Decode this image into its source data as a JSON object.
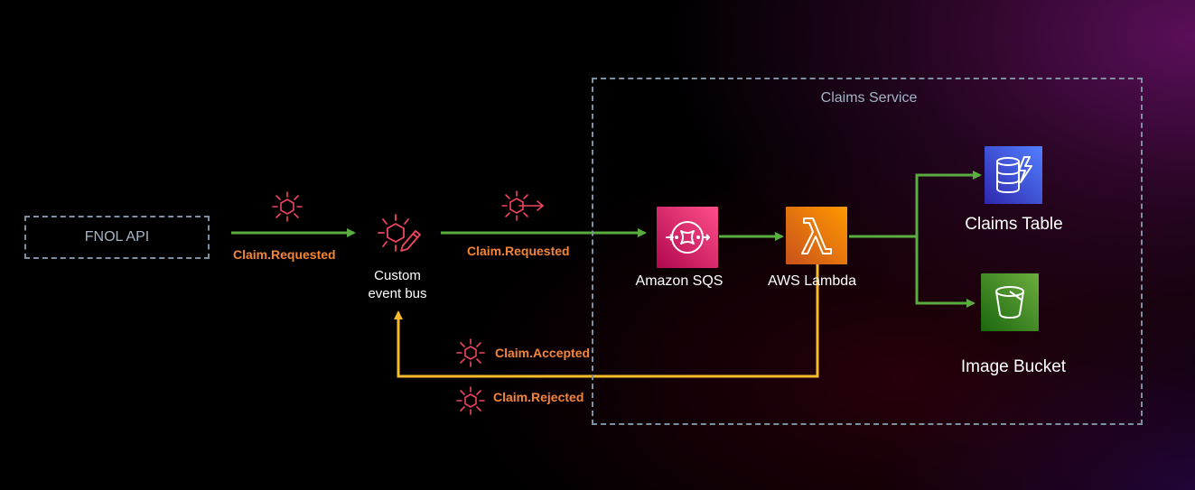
{
  "source": {
    "label": "FNOL API"
  },
  "event_bus": {
    "label_line1": "Custom",
    "label_line2": "event bus"
  },
  "events": {
    "request_to_bus": "Claim.Requested",
    "bus_to_sqs": "Claim.Requested",
    "accepted": "Claim.Accepted",
    "rejected": "Claim.Rejected"
  },
  "claims_service": {
    "title": "Claims Service",
    "sqs": {
      "label": "Amazon SQS"
    },
    "lambda": {
      "label": "AWS Lambda"
    },
    "table": {
      "label": "Claims Table"
    },
    "bucket": {
      "label": "Image Bucket"
    }
  },
  "colors": {
    "flow_arrow": "#5aad3f",
    "return_arrow": "#f8bb2b",
    "event_label": "#f58536",
    "event_icon": "#f0455f",
    "sqs_icon": "#e7157b",
    "lambda_icon": "#ed7100",
    "dynamodb_icon": "#3b48cc",
    "s3_icon": "#3f8624",
    "boundary": "#7d8fa3"
  },
  "icons": {
    "event": "eventbridge-event-icon",
    "event_bus": "eventbridge-custom-bus-icon",
    "rule": "eventbridge-rule-icon",
    "sqs": "sqs-icon",
    "lambda": "lambda-icon",
    "dynamodb": "dynamodb-icon",
    "s3": "s3-bucket-icon"
  }
}
